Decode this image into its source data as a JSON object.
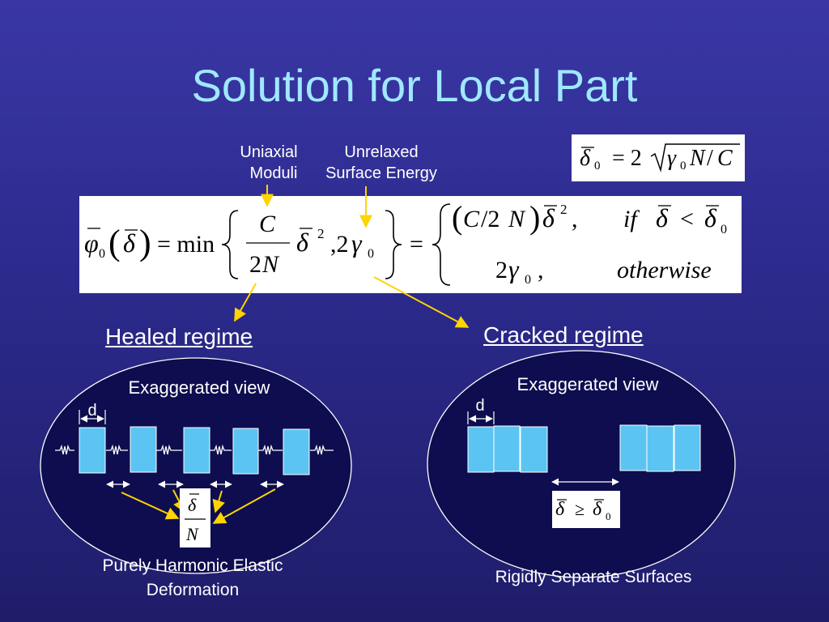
{
  "slide": {
    "title": "Solution for Local Part"
  },
  "annotations": {
    "moduli": [
      "Uniaxial",
      "Moduli"
    ],
    "surface_energy": [
      "Unrelaxed",
      "Surface Energy"
    ]
  },
  "regimes": {
    "healed": {
      "title": "Healed regime",
      "view_label": "Exaggerated view",
      "gap_label": "d",
      "caption": [
        "Purely Harmonic Elastic",
        "Deformation"
      ]
    },
    "cracked": {
      "title": "Cracked regime",
      "view_label": "Exaggerated view",
      "gap_label": "d",
      "caption": "Rigidly Separate Surfaces"
    }
  },
  "equations": {
    "delta0": "δ̄₀ = 2√(γ₀N/C)",
    "phi0": "φ̄₀(δ̄) = min{ (C/2N) δ̄², 2γ₀ } = { (C/2N) δ̄², if δ̄ < δ̄₀ ; 2γ₀, otherwise }",
    "ratio": "δ̄/N",
    "condition": "δ̄ ≥ δ̄₀"
  },
  "colors": {
    "background": "#2c2a8c",
    "title": "#9fe8ff",
    "block_fill": "#5cc4f2",
    "arrow_yellow": "#ffd400",
    "ellipse_fill": "#0e0d4f"
  }
}
